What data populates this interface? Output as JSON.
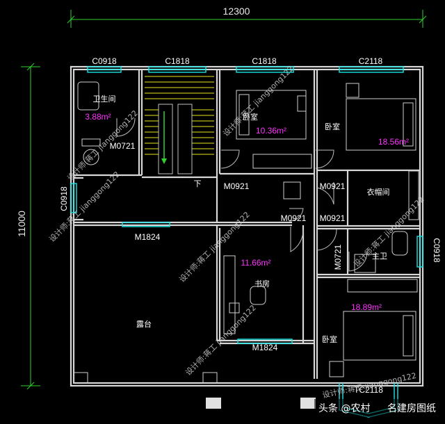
{
  "dimensions": {
    "top_width": "12300",
    "left_height": "11000"
  },
  "windows": {
    "c0918_top": "C0918",
    "c1818_left": "C1818",
    "c1818_right": "C1818",
    "c2118_top": "C2118",
    "c0918_left": "C0918",
    "c0918_right": "C0918",
    "m1824_top": "M1824",
    "m1824_bottom": "M1824",
    "tc2118": "TC2118"
  },
  "doors": {
    "m0721_left": "M0721",
    "m0921_a": "M0921",
    "m0921_b": "M0921",
    "m0921_c": "M0921",
    "m0921_d": "M0921",
    "m0721_right": "M0721"
  },
  "rooms": {
    "bathroom": "卫生间",
    "bedroom_top_mid": "卧室",
    "bedroom_top_right": "卧室",
    "closet": "衣帽间",
    "master_bath": "主卫",
    "study": "书房",
    "terrace": "露台",
    "bedroom_bottom_right": "卧室",
    "down": "下"
  },
  "areas": {
    "bathroom": "3.88m²",
    "bedroom_mid": "10.36m²",
    "bedroom_right": "18.56m²",
    "study": "11.66m²",
    "bedroom_bottom": "18.89m²"
  },
  "watermark": {
    "w1": "设计师:蒋工 jianggong122",
    "w2": "设计师:蒋工 jianggong122",
    "w3": "设计师:蒋工 jianggong122",
    "w4": "设计师:蒋工 jianggong122",
    "w5": "设计师:蒋工 jianggong122",
    "w6": "设计师:蒋工 jianggong122",
    "w7": "设计师:蒋工 jianggong122"
  },
  "footer": {
    "source": "头条 @农村",
    "brand": "名建房图纸"
  },
  "colors": {
    "window": "#17e6e6",
    "dimension_line": "#2fd42f",
    "area_text": "#ff33ff"
  }
}
